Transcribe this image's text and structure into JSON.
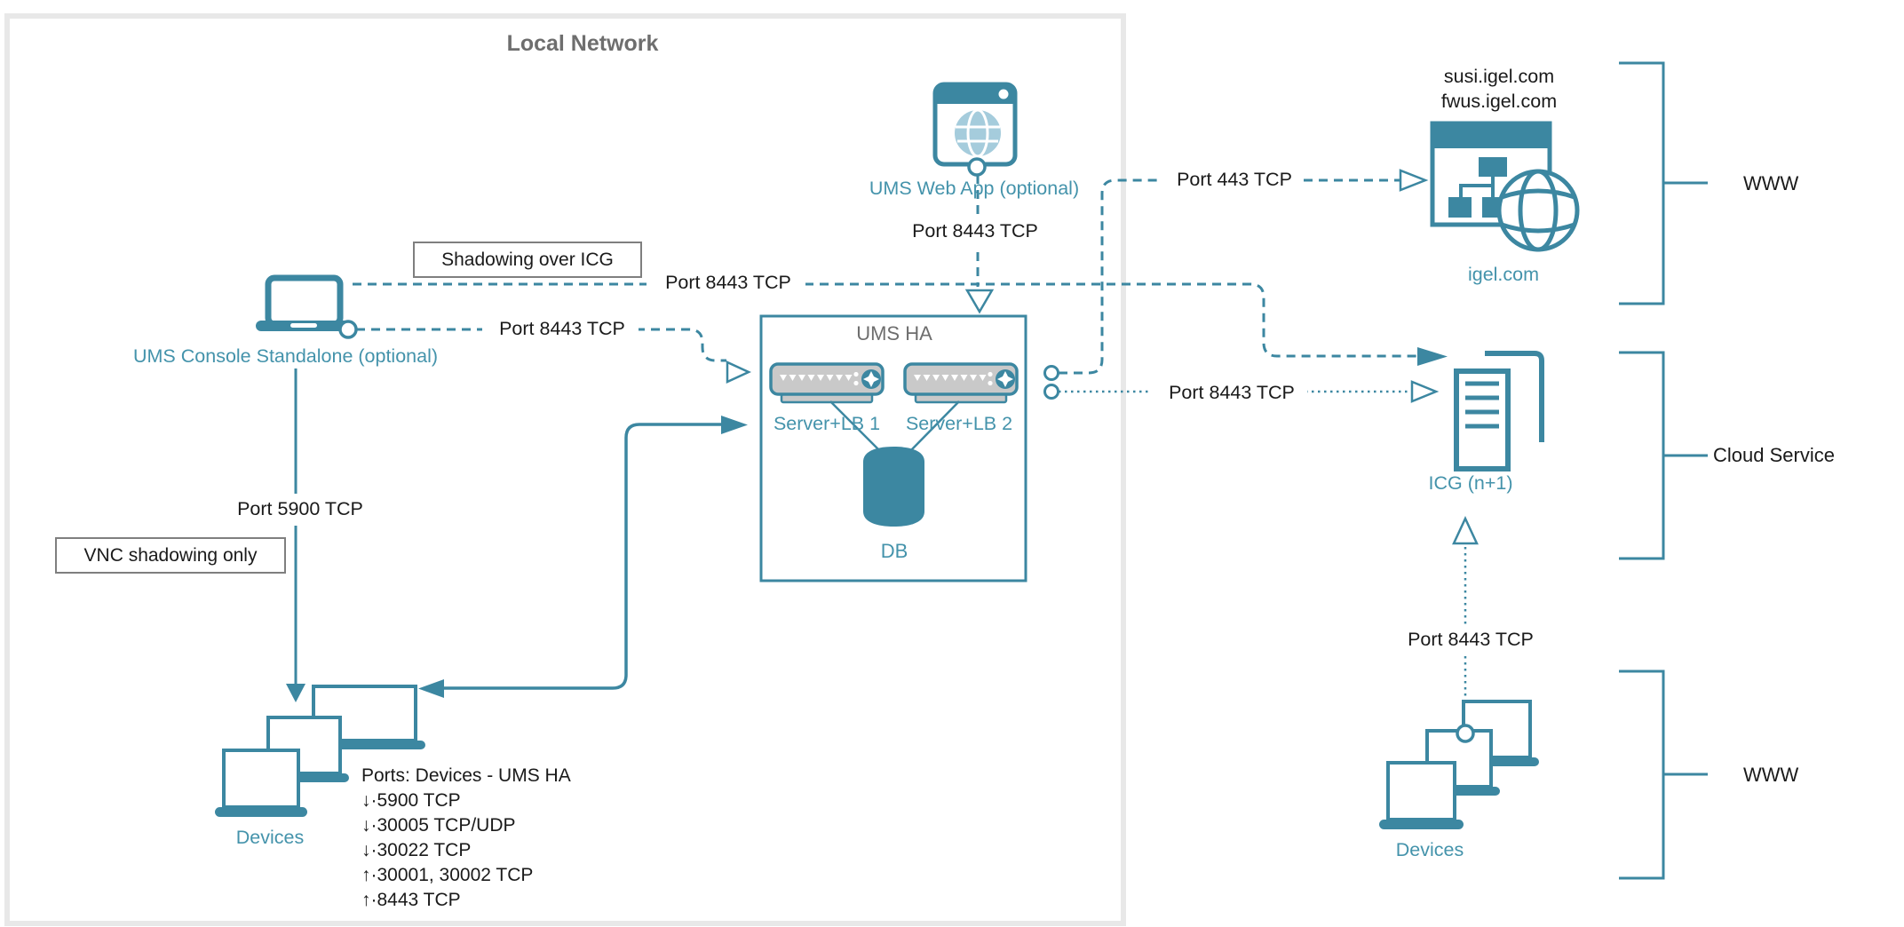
{
  "title": {
    "local_network": "Local Network"
  },
  "nodes": {
    "console": "UMS Console Standalone (optional)",
    "webapp": "UMS Web App (optional)",
    "umsha": "UMS HA",
    "server1": "Server+LB 1",
    "server2": "Server+LB 2",
    "db": "DB",
    "susi": "susi.igel.com",
    "fwus": "fwus.igel.com",
    "igel": "igel.com",
    "icg": "ICG (n+1)",
    "devices_left": "Devices",
    "devices_right": "Devices"
  },
  "notes": {
    "shadowing": "Shadowing over ICG",
    "vnc": "VNC shadowing only"
  },
  "ports": {
    "p8443_console_icg": "Port 8443 TCP",
    "p8443_console_umsha": "Port 8443 TCP",
    "p8443_webapp": "Port 8443 TCP",
    "p443": "Port 443 TCP",
    "p8443_umsha_icg": "Port 8443 TCP",
    "p5900": "Port 5900 TCP",
    "p8443_devices_icg": "Port 8443 TCP"
  },
  "ports_note": {
    "title": "Ports: Devices - UMS HA",
    "lines": [
      "↓·5900 TCP",
      "↓·30005 TCP/UDP",
      "↓·30022 TCP",
      "↑·30001, 30002 TCP",
      "↑·8443 TCP"
    ]
  },
  "groups": {
    "www_top": "WWW",
    "cloud": "Cloud Service",
    "www_bottom": "WWW"
  },
  "colors": {
    "teal": "#3C87A1",
    "teal_label": "#4493AB",
    "gray_text": "#6e6e6e",
    "server_gray": "#C9C9C9",
    "globe_light": "#A5CCDC",
    "frame_gray": "#E8E8E8",
    "note_border": "#7f7f7f"
  }
}
